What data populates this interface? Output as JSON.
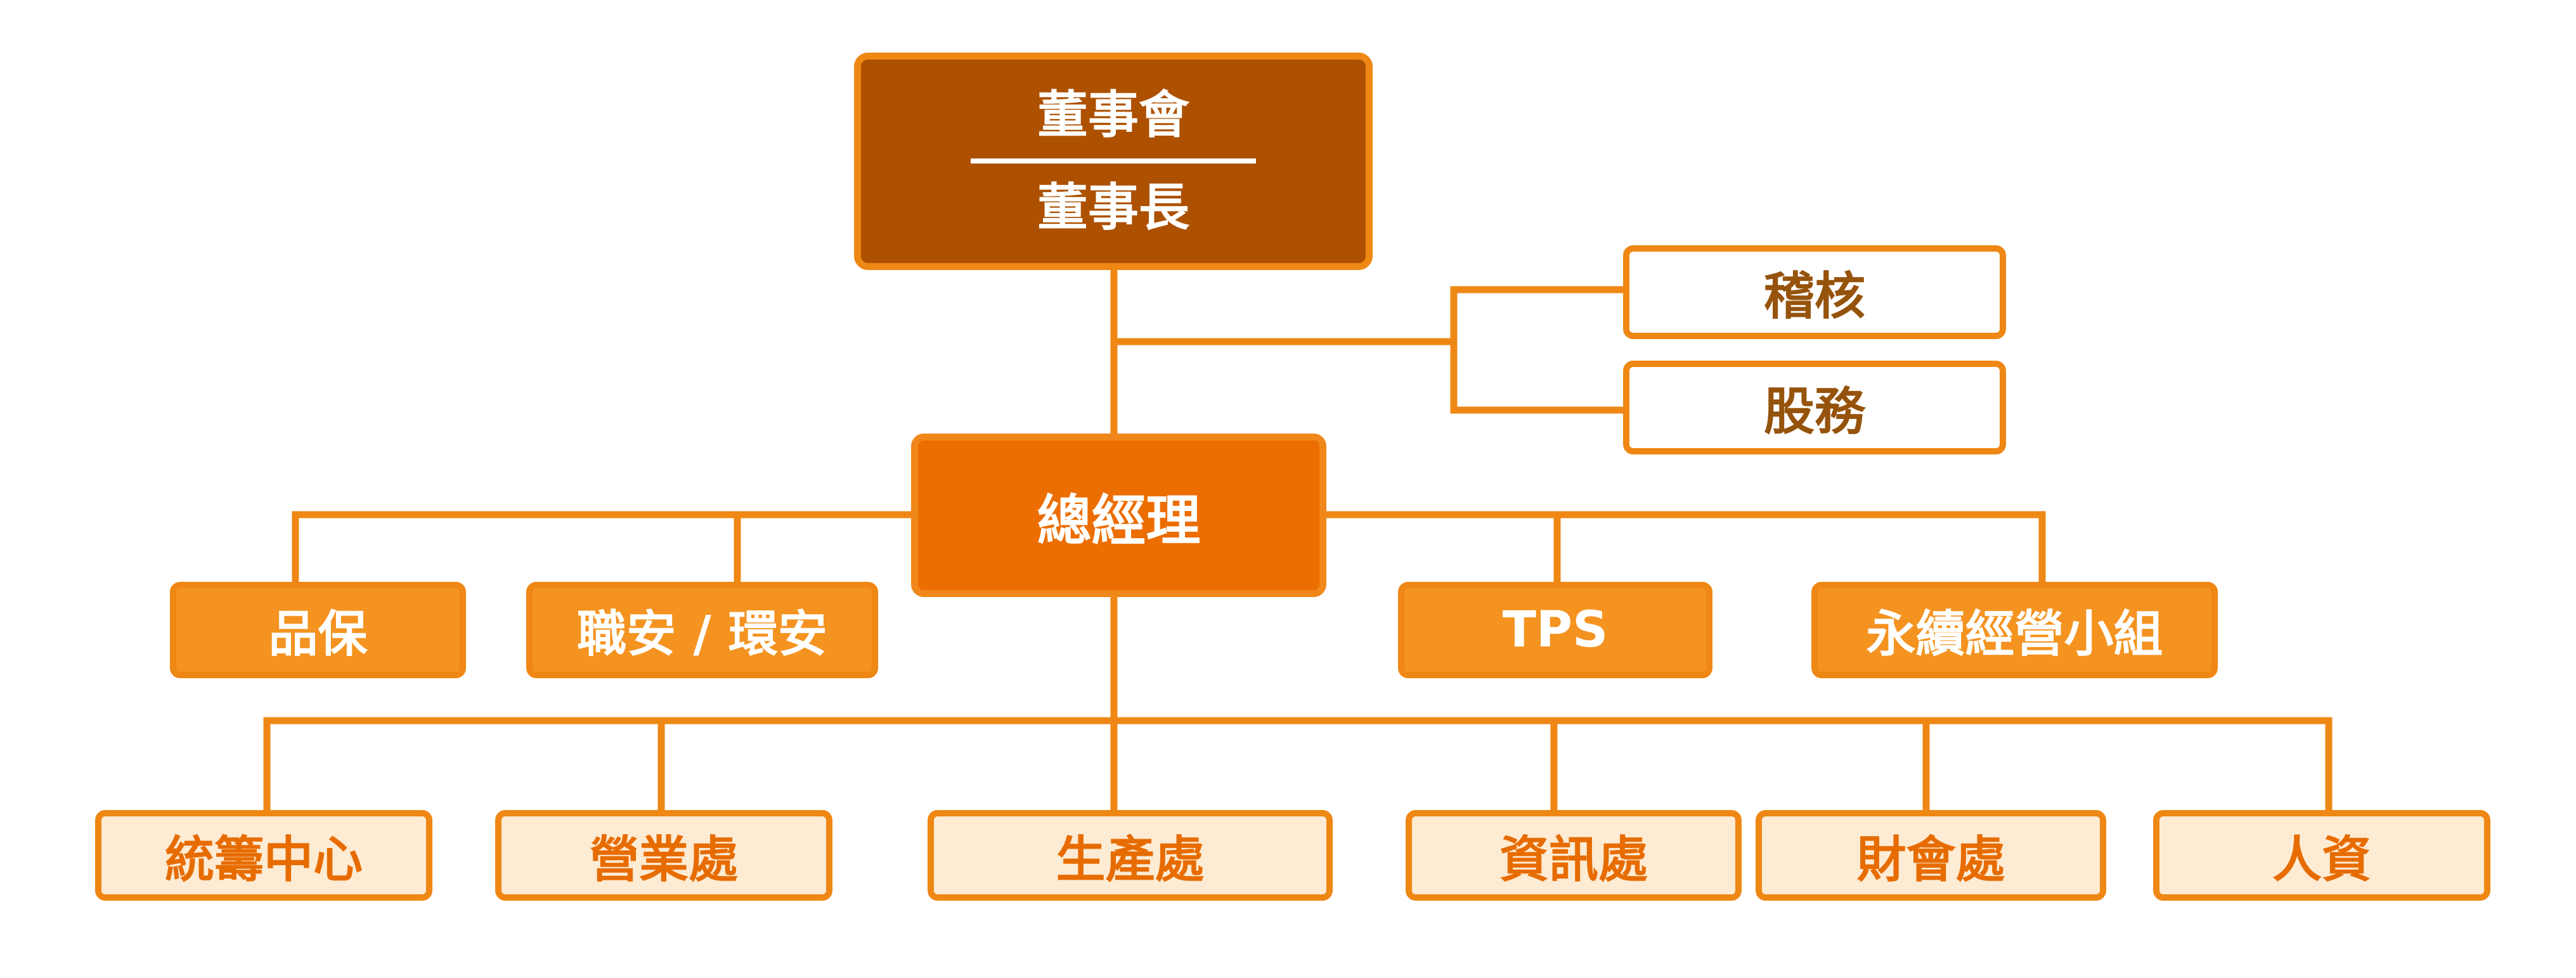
{
  "board": {
    "title": "董事會",
    "chair": "董事長"
  },
  "staff_units": [
    {
      "label": "稽核"
    },
    {
      "label": "股務"
    }
  ],
  "general_manager": "總經理",
  "gm_units": [
    {
      "label": "品保"
    },
    {
      "label": "職安 / 環安"
    },
    {
      "label": "TPS"
    },
    {
      "label": "永續經營小組"
    }
  ],
  "departments": [
    {
      "label": "統籌中心"
    },
    {
      "label": "營業處"
    },
    {
      "label": "生產處"
    },
    {
      "label": "資訊處"
    },
    {
      "label": "財會處"
    },
    {
      "label": "人資"
    }
  ],
  "colors": {
    "line": "#ef8714",
    "board_fill": "#ad5000",
    "gm_fill": "#ec6d00",
    "unit_fill": "#f49320",
    "dept_fill": "#fdebd4",
    "dept_text": "#e76c00",
    "staff_text": "#96530c"
  }
}
